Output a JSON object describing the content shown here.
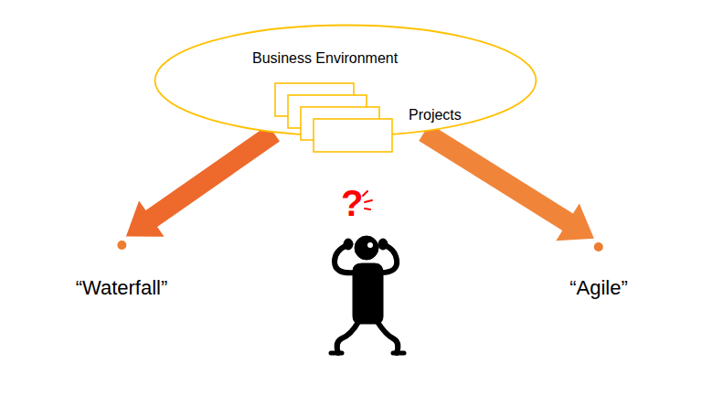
{
  "diagram": {
    "nodes": [
      {
        "text": [
          "Business Environment"
        ]
      },
      {
        "text": [
          "Projects"
        ],
        "in": 0
      },
      {
        "text": [
          "“Waterfall”"
        ]
      },
      {
        "text": [
          "“Agile”"
        ]
      }
    ],
    "edges": [
      {
        "from": 0,
        "to": 2,
        "arrow": "to"
      },
      {
        "from": 0,
        "to": 3,
        "arrow": "to"
      }
    ],
    "labels": [
      "?"
    ]
  }
}
